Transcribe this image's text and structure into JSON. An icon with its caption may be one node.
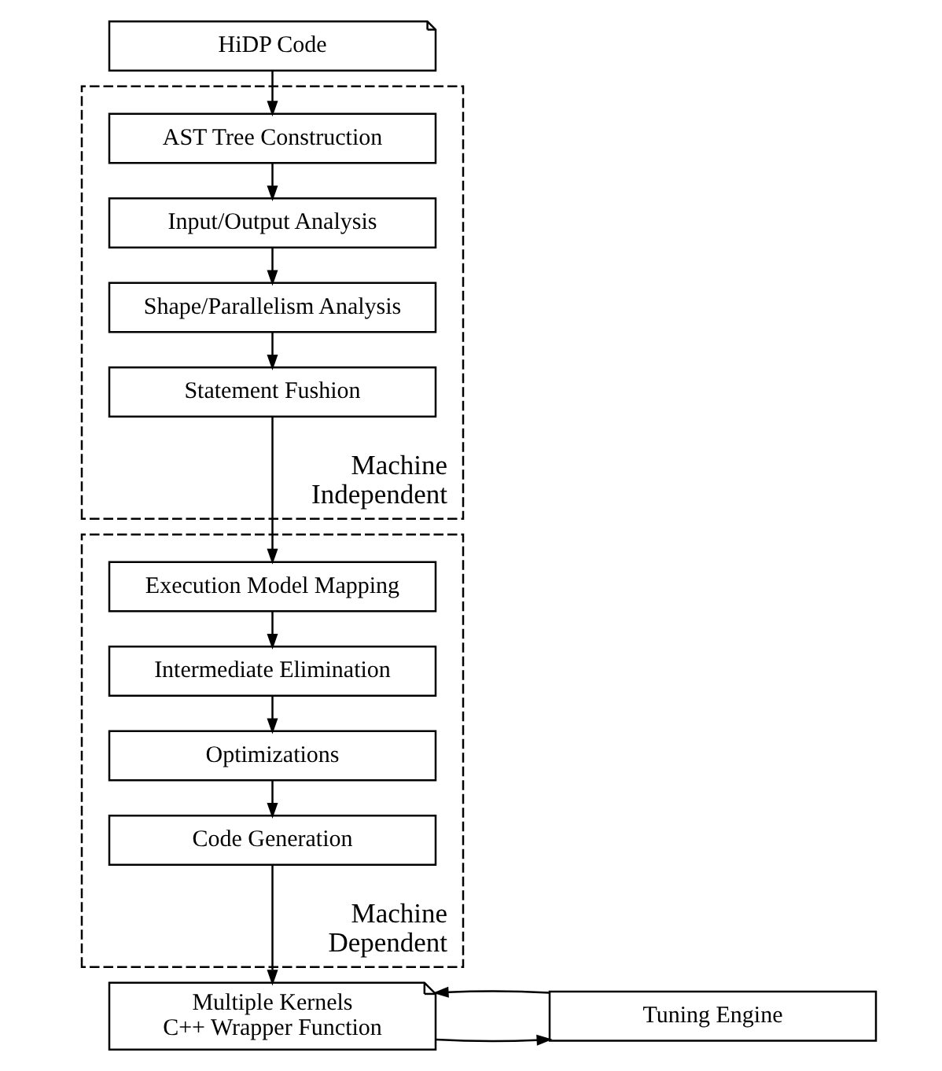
{
  "diagram": {
    "nodes": [
      {
        "text": [
          "HiDP Code"
        ]
      },
      {
        "text": [
          "Machine Independent"
        ]
      },
      {
        "text": [
          "AST Tree Construction"
        ],
        "in": 1
      },
      {
        "text": [
          "Input/Output Analysis"
        ],
        "in": 1
      },
      {
        "text": [
          "Shape/Parallelism Analysis"
        ],
        "in": 1
      },
      {
        "text": [
          "Statement Fushion"
        ],
        "in": 1
      },
      {
        "text": [
          "Machine Dependent"
        ]
      },
      {
        "text": [
          "Execution Model Mapping"
        ],
        "in": 6
      },
      {
        "text": [
          "Intermediate Elimination"
        ],
        "in": 6
      },
      {
        "text": [
          "Optimizations"
        ],
        "in": 6
      },
      {
        "text": [
          "Code Generation"
        ],
        "in": 6
      },
      {
        "text": [
          "Multiple Kernels",
          "C++ Wrapper Function"
        ]
      },
      {
        "text": [
          "Tuning Engine"
        ]
      }
    ],
    "edges": [
      {
        "from": 0,
        "to": 2,
        "arrow": "to"
      },
      {
        "from": 2,
        "to": 3,
        "arrow": "to"
      },
      {
        "from": 3,
        "to": 4,
        "arrow": "to"
      },
      {
        "from": 4,
        "to": 5,
        "arrow": "to"
      },
      {
        "from": 5,
        "to": 7,
        "arrow": "to"
      },
      {
        "from": 7,
        "to": 8,
        "arrow": "to"
      },
      {
        "from": 8,
        "to": 9,
        "arrow": "to"
      },
      {
        "from": 9,
        "to": 10,
        "arrow": "to"
      },
      {
        "from": 10,
        "to": 11,
        "arrow": "to"
      },
      {
        "from": 11,
        "to": 12,
        "arrow": "to"
      },
      {
        "from": 12,
        "to": 11,
        "arrow": "to"
      }
    ]
  }
}
